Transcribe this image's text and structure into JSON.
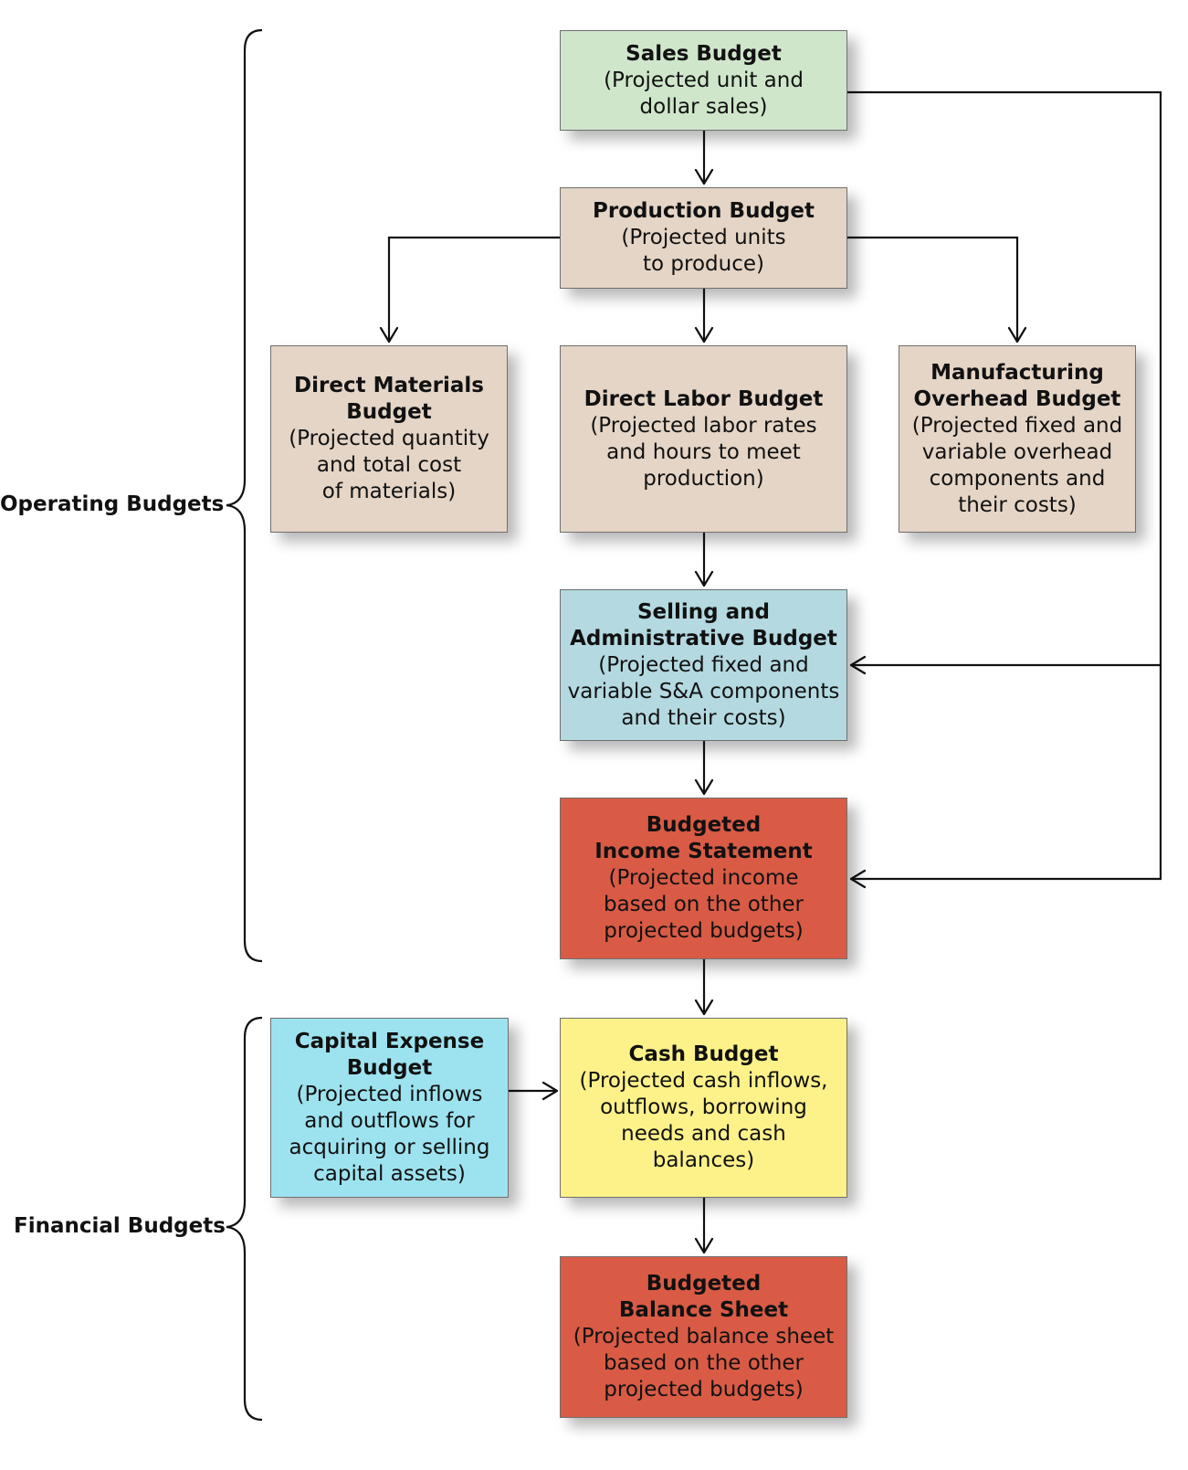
{
  "groups": {
    "operating": "Operating Budgets",
    "financial": "Financial Budgets"
  },
  "boxes": {
    "sales": {
      "title": "Sales Budget",
      "desc": "(Projected unit and\ndollar sales)",
      "color": "#cfe6cb"
    },
    "production": {
      "title": "Production Budget",
      "desc": "(Projected units\nto produce)",
      "color": "#e4d5c6"
    },
    "direct_materials": {
      "title": "Direct Materials\nBudget",
      "desc": "(Projected quantity\nand total cost\nof materials)",
      "color": "#e4d5c6"
    },
    "direct_labor": {
      "title": "Direct Labor Budget",
      "desc": "(Projected labor rates\nand hours to meet\nproduction)",
      "color": "#e4d5c6"
    },
    "manufacturing_overhead": {
      "title": "Manufacturing\nOverhead Budget",
      "desc": "(Projected fixed and\nvariable overhead\ncomponents and\ntheir costs)",
      "color": "#e4d5c6"
    },
    "selling_admin": {
      "title": "Selling and\nAdministrative Budget",
      "desc": "(Projected fixed and\nvariable S&A components\nand their costs)",
      "color": "#b4d9e0"
    },
    "income_statement": {
      "title": "Budgeted\nIncome Statement",
      "desc": "(Projected income\nbased on the other\nprojected budgets)",
      "color": "#d95b45"
    },
    "capital_expense": {
      "title": "Capital Expense\nBudget",
      "desc": "(Projected inflows\nand outflows for\nacquiring or selling\ncapital assets)",
      "color": "#9de3ef"
    },
    "cash": {
      "title": "Cash Budget",
      "desc": "(Projected cash inflows,\noutflows, borrowing\nneeds and cash\nbalances)",
      "color": "#fdf28a"
    },
    "balance_sheet": {
      "title": "Budgeted\nBalance Sheet",
      "desc": "(Projected balance sheet\nbased on the other\nprojected budgets)",
      "color": "#d95b45"
    }
  }
}
